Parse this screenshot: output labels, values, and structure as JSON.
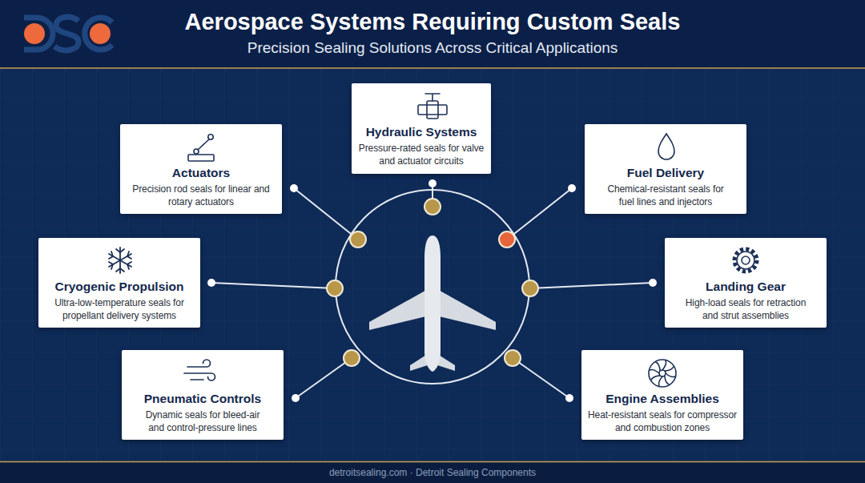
{
  "diagram": {
    "title": "Aerospace Systems Requiring Custom Seals",
    "nodes": [
      {
        "text": [
          "Hydraulic Systems",
          "Pressure-rated seals for valve and actuator circuits"
        ]
      },
      {
        "text": [
          "Actuators",
          "Precision rod seals for linear and rotary actuators"
        ]
      },
      {
        "text": [
          "Fuel Delivery",
          "Chemical-resistant seals for fuel lines and injectors"
        ]
      },
      {
        "text": [
          "Cryogenic Propulsion",
          "Ultra-low-temperature seals for propellant delivery systems"
        ]
      },
      {
        "text": [
          "Landing Gear",
          "High-load seals for retraction and strut assemblies"
        ]
      },
      {
        "text": [
          "Pneumatic Controls",
          "Dynamic seals for bleed-air and control-pressure lines"
        ]
      },
      {
        "text": [
          "Engine Assemblies",
          "Heat-resistant seals for compressor and combustion zones"
        ]
      }
    ],
    "labels": [
      "Precision Sealing Solutions Across Critical Applications",
      "detroitsealing.com · Detroit Sealing Components"
    ]
  }
}
